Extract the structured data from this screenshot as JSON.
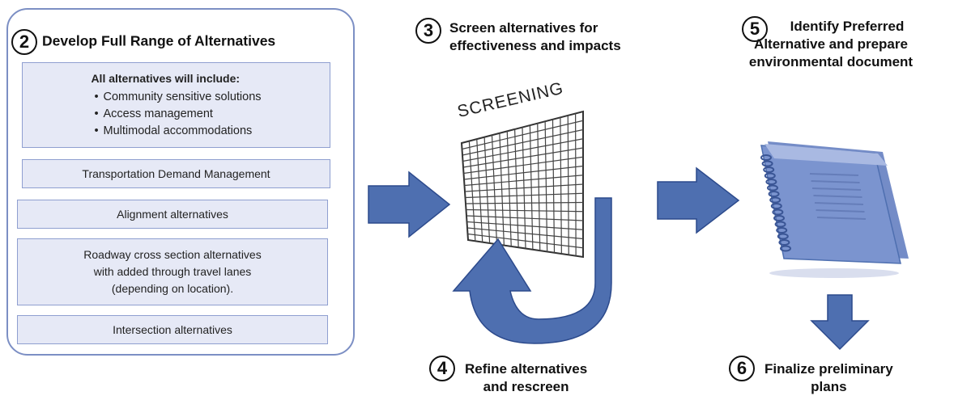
{
  "step2": {
    "number": "2",
    "title": "Develop Full Range of Alternatives",
    "include_heading": "All alternatives will include:",
    "include_items": [
      "Community sensitive solutions",
      "Access management",
      "Multimodal accommodations"
    ],
    "boxes": [
      {
        "lines": [
          "Transportation Demand Management"
        ]
      },
      {
        "lines": [
          "Alignment alternatives"
        ]
      },
      {
        "lines": [
          "Roadway cross section alternatives",
          "with added through travel lanes",
          "(depending on location)."
        ]
      },
      {
        "lines": [
          "Intersection alternatives"
        ]
      }
    ]
  },
  "step3": {
    "number": "3",
    "title_line1": "Screen alternatives for",
    "title_line2": "effectiveness and impacts"
  },
  "screening_label": "SCREENING",
  "step4": {
    "number": "4",
    "title_line1": "Refine alternatives",
    "title_line2": "and rescreen"
  },
  "step5": {
    "number": "5",
    "title_line1": "Identify Preferred",
    "title_line2": "Alternative and prepare",
    "title_line3": "environmental document"
  },
  "step6": {
    "number": "6",
    "title_line1": "Finalize preliminary",
    "title_line2": "plans"
  },
  "colors": {
    "arrow_fill": "#4e6fb0",
    "arrow_stroke": "#2c4a8c",
    "box_fill": "#e6e9f6",
    "panel_border": "#7c8fc4",
    "document": "#7b94cf"
  }
}
